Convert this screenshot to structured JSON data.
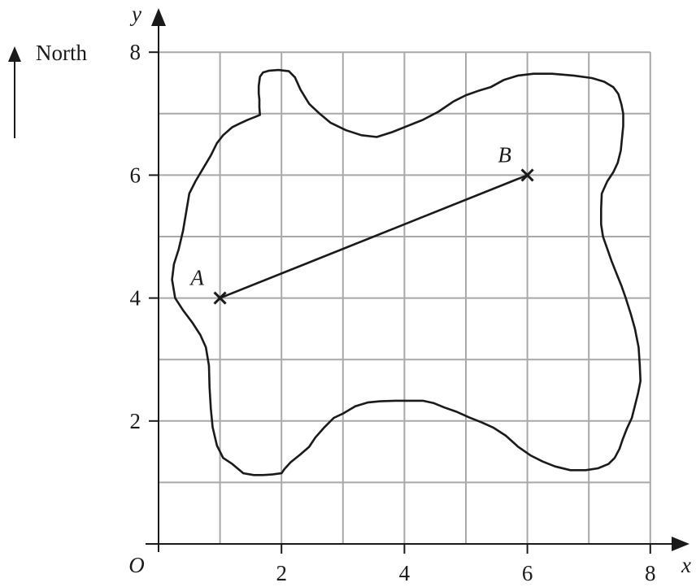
{
  "diagram": {
    "type": "coordinate-grid-map",
    "axes": {
      "x_label": "x",
      "y_label": "y",
      "origin_label": "O",
      "x_range": [
        0,
        8
      ],
      "y_range": [
        0,
        8
      ],
      "grid_step": 1,
      "x_tick_labels": [
        "2",
        "4",
        "6",
        "8"
      ],
      "y_tick_labels": [
        "2",
        "4",
        "6",
        "8"
      ]
    },
    "north": {
      "label": "North"
    },
    "points": [
      {
        "id": "A",
        "label": "A",
        "x": 1,
        "y": 4
      },
      {
        "id": "B",
        "label": "B",
        "x": 6,
        "y": 6
      }
    ],
    "segment": {
      "from": "A",
      "to": "B"
    },
    "island_outline": [
      [
        1.65,
        6.98
      ],
      [
        1.64,
        7.1
      ],
      [
        1.64,
        7.23
      ],
      [
        1.63,
        7.33
      ],
      [
        1.63,
        7.45
      ],
      [
        1.65,
        7.6
      ],
      [
        1.7,
        7.67
      ],
      [
        1.8,
        7.7
      ],
      [
        1.95,
        7.71
      ],
      [
        2.12,
        7.69
      ],
      [
        2.22,
        7.59
      ],
      [
        2.31,
        7.39
      ],
      [
        2.45,
        7.16
      ],
      [
        2.62,
        7.0
      ],
      [
        2.8,
        6.85
      ],
      [
        3.05,
        6.73
      ],
      [
        3.3,
        6.65
      ],
      [
        3.55,
        6.62
      ],
      [
        3.8,
        6.7
      ],
      [
        4.05,
        6.8
      ],
      [
        4.3,
        6.9
      ],
      [
        4.55,
        7.03
      ],
      [
        4.8,
        7.2
      ],
      [
        5.0,
        7.3
      ],
      [
        5.2,
        7.37
      ],
      [
        5.4,
        7.43
      ],
      [
        5.62,
        7.55
      ],
      [
        5.85,
        7.62
      ],
      [
        6.1,
        7.65
      ],
      [
        6.4,
        7.65
      ],
      [
        6.75,
        7.62
      ],
      [
        7.05,
        7.58
      ],
      [
        7.25,
        7.52
      ],
      [
        7.4,
        7.43
      ],
      [
        7.48,
        7.32
      ],
      [
        7.53,
        7.15
      ],
      [
        7.56,
        7.0
      ],
      [
        7.56,
        6.8
      ],
      [
        7.54,
        6.6
      ],
      [
        7.52,
        6.4
      ],
      [
        7.47,
        6.2
      ],
      [
        7.4,
        6.05
      ],
      [
        7.3,
        5.9
      ],
      [
        7.21,
        5.7
      ],
      [
        7.2,
        5.45
      ],
      [
        7.2,
        5.2
      ],
      [
        7.23,
        5.0
      ],
      [
        7.3,
        4.8
      ],
      [
        7.37,
        4.6
      ],
      [
        7.45,
        4.4
      ],
      [
        7.53,
        4.2
      ],
      [
        7.6,
        4.0
      ],
      [
        7.68,
        3.75
      ],
      [
        7.75,
        3.5
      ],
      [
        7.81,
        3.2
      ],
      [
        7.83,
        2.9
      ],
      [
        7.84,
        2.65
      ],
      [
        7.8,
        2.45
      ],
      [
        7.75,
        2.25
      ],
      [
        7.7,
        2.05
      ],
      [
        7.62,
        1.88
      ],
      [
        7.55,
        1.7
      ],
      [
        7.5,
        1.55
      ],
      [
        7.42,
        1.4
      ],
      [
        7.32,
        1.3
      ],
      [
        7.15,
        1.23
      ],
      [
        6.95,
        1.2
      ],
      [
        6.7,
        1.2
      ],
      [
        6.45,
        1.26
      ],
      [
        6.25,
        1.34
      ],
      [
        6.05,
        1.44
      ],
      [
        5.85,
        1.58
      ],
      [
        5.65,
        1.76
      ],
      [
        5.45,
        1.89
      ],
      [
        5.25,
        1.98
      ],
      [
        5.05,
        2.06
      ],
      [
        4.85,
        2.15
      ],
      [
        4.65,
        2.22
      ],
      [
        4.48,
        2.29
      ],
      [
        4.3,
        2.33
      ],
      [
        4.1,
        2.33
      ],
      [
        3.85,
        2.33
      ],
      [
        3.6,
        2.32
      ],
      [
        3.4,
        2.3
      ],
      [
        3.2,
        2.24
      ],
      [
        3.0,
        2.12
      ],
      [
        2.85,
        2.05
      ],
      [
        2.7,
        1.9
      ],
      [
        2.55,
        1.73
      ],
      [
        2.45,
        1.58
      ],
      [
        2.3,
        1.45
      ],
      [
        2.15,
        1.33
      ],
      [
        2.05,
        1.22
      ],
      [
        2.0,
        1.15
      ],
      [
        1.85,
        1.13
      ],
      [
        1.7,
        1.12
      ],
      [
        1.55,
        1.12
      ],
      [
        1.38,
        1.15
      ],
      [
        1.2,
        1.3
      ],
      [
        1.05,
        1.4
      ],
      [
        0.95,
        1.6
      ],
      [
        0.88,
        1.9
      ],
      [
        0.85,
        2.2
      ],
      [
        0.83,
        2.55
      ],
      [
        0.82,
        2.9
      ],
      [
        0.77,
        3.2
      ],
      [
        0.68,
        3.4
      ],
      [
        0.55,
        3.6
      ],
      [
        0.4,
        3.8
      ],
      [
        0.27,
        4.0
      ],
      [
        0.22,
        4.3
      ],
      [
        0.25,
        4.55
      ],
      [
        0.33,
        4.8
      ],
      [
        0.4,
        5.1
      ],
      [
        0.45,
        5.4
      ],
      [
        0.5,
        5.7
      ],
      [
        0.6,
        5.9
      ],
      [
        0.72,
        6.1
      ],
      [
        0.85,
        6.32
      ],
      [
        0.95,
        6.52
      ],
      [
        1.05,
        6.65
      ],
      [
        1.2,
        6.78
      ],
      [
        1.32,
        6.84
      ],
      [
        1.45,
        6.9
      ],
      [
        1.58,
        6.95
      ],
      [
        1.65,
        6.98
      ]
    ]
  }
}
